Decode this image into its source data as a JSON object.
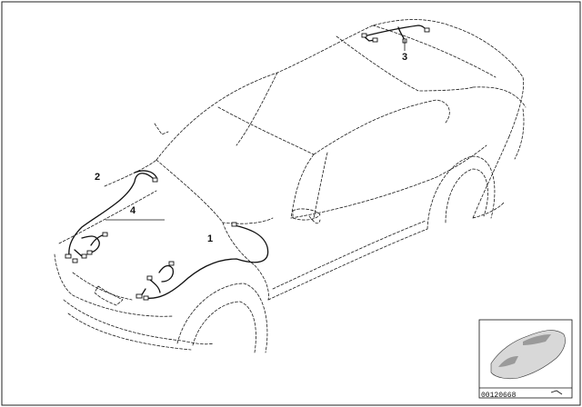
{
  "callouts": {
    "c1": "1",
    "c2": "2",
    "c3": "3",
    "c4": "4"
  },
  "thumbnail": {
    "doc_id": "00120668"
  }
}
